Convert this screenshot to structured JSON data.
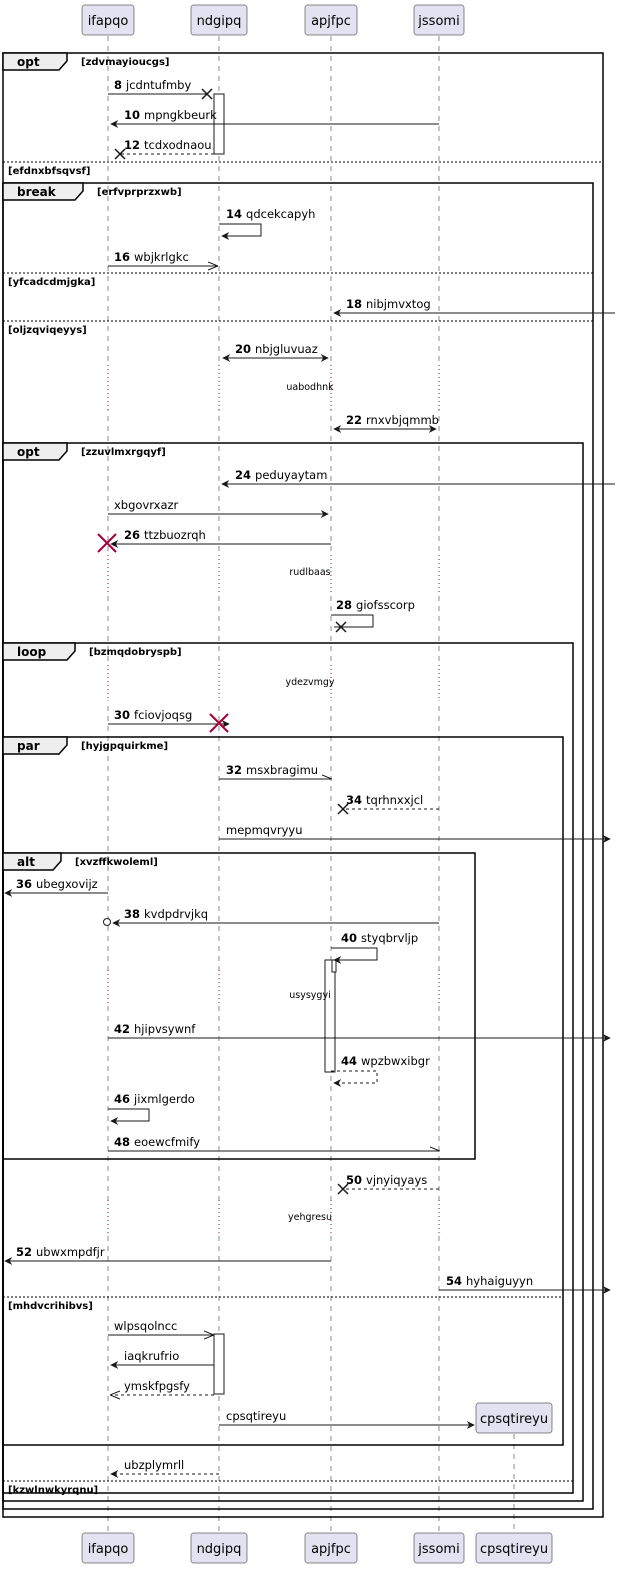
{
  "participants": [
    {
      "id": "ifapqo",
      "label": "ifapqo"
    },
    {
      "id": "ndgipq",
      "label": "ndgipq"
    },
    {
      "id": "apjfpc",
      "label": "apjfpc"
    },
    {
      "id": "jssomi",
      "label": "jssomi"
    },
    {
      "id": "cpsqtireyu",
      "label": "cpsqtireyu"
    }
  ],
  "colors": {
    "participant_fill": "#e2e2f0",
    "participant_stroke": "#181818",
    "line": "#181818",
    "destroy": "#a80036",
    "frame_border": "#000000",
    "lifeline_dotted": "#a80036"
  },
  "frames": [
    {
      "keyword": "opt",
      "guard": "[zdvmayioucgs]"
    },
    {
      "keyword": "",
      "guard": "[efdnxbfsqvsf]"
    },
    {
      "keyword": "break",
      "guard": "[erfvprprzxwb]"
    },
    {
      "keyword": "",
      "guard": "[yfcadcdmjgka]"
    },
    {
      "keyword": "",
      "guard": "[oljzqviqeyys]"
    },
    {
      "keyword": "opt",
      "guard": "[zzuvlmxrgqyf]"
    },
    {
      "keyword": "loop",
      "guard": "[bzmqdobryspb]"
    },
    {
      "keyword": "par",
      "guard": "[hyjgpquirkme]"
    },
    {
      "keyword": "alt",
      "guard": "[xvzffkwoleml]"
    },
    {
      "keyword": "",
      "guard": "[mhdvcrihibvs]"
    },
    {
      "keyword": "",
      "guard": "[kzwlnwkyrqnu]"
    }
  ],
  "messages": [
    {
      "num": "8",
      "text": "jcdntufmby"
    },
    {
      "num": "10",
      "text": "mpngkbeurk"
    },
    {
      "num": "12",
      "text": "tcdxodnaou"
    },
    {
      "num": "14",
      "text": "qdcekcapyh"
    },
    {
      "num": "16",
      "text": "wbjkrlgkc"
    },
    {
      "num": "18",
      "text": "nibjmvxtog"
    },
    {
      "num": "20",
      "text": "nbjgluvuaz"
    },
    {
      "num": "22",
      "text": "rnxvbjqmmb"
    },
    {
      "num": "24",
      "text": "peduyaytam"
    },
    {
      "num": "",
      "text": "xbgovrxazr"
    },
    {
      "num": "26",
      "text": "ttzbuozrqh"
    },
    {
      "num": "28",
      "text": "giofsscorp"
    },
    {
      "num": "30",
      "text": "fciovjoqsg"
    },
    {
      "num": "32",
      "text": "msxbragimu"
    },
    {
      "num": "34",
      "text": "tqrhnxxjcl"
    },
    {
      "num": "",
      "text": "mepmqvryyu"
    },
    {
      "num": "36",
      "text": "ubegxovijz"
    },
    {
      "num": "38",
      "text": "kvdpdrvjkq"
    },
    {
      "num": "40",
      "text": "styqbrvljp"
    },
    {
      "num": "42",
      "text": "hjipvsywnf"
    },
    {
      "num": "44",
      "text": "wpzbwxibgr"
    },
    {
      "num": "46",
      "text": "jixmlgerdo"
    },
    {
      "num": "48",
      "text": "eoewcfmify"
    },
    {
      "num": "50",
      "text": "vjnyiqyays"
    },
    {
      "num": "52",
      "text": "ubwxmpdfjr"
    },
    {
      "num": "54",
      "text": "hyhaiguyyn"
    },
    {
      "num": "",
      "text": "wlpsqolncc"
    },
    {
      "num": "",
      "text": "iaqkrufrio"
    },
    {
      "num": "",
      "text": "ymskfpgsfy"
    },
    {
      "num": "",
      "text": "cpsqtireyu"
    },
    {
      "num": "",
      "text": "ubzplymrll"
    }
  ],
  "delays": [
    "uabodhnk",
    "rudlbaas",
    "ydezvmgy",
    "usysygyi",
    "yehgresu"
  ]
}
